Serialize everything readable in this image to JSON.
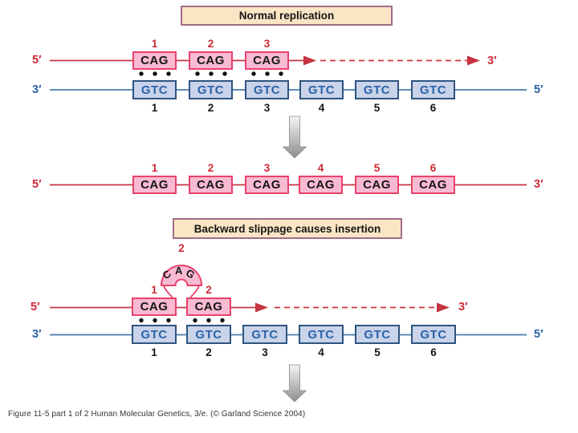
{
  "titles": {
    "normal": "Normal replication",
    "slippage": "Backward slippage causes insertion"
  },
  "caption": "Figure 11-5 part 1 of 2  Human Molecular Genetics, 3/e.  (© Garland Science 2004)",
  "colors": {
    "red_line": "#c63440",
    "red_border": "#e8426b",
    "pink_fill": "#f8bad2",
    "red_num": "#cc2936",
    "blue_line": "#4a79ae",
    "blue_border": "#2e5480",
    "blue_fill": "#c9d3ea",
    "blue_text": "#2b63a5",
    "peach_fill": "#fbe5c5",
    "peach_border": "#a06d88",
    "dot_black": "#111111",
    "gray_arrow": "#8e8e8e"
  },
  "icons": {
    "down_arrow": "gray-down-arrow",
    "strand_arrowhead": "red-arrowhead",
    "slippage_loop": "pink-cag-loop"
  },
  "strands": {
    "normal_new": {
      "left": "5′",
      "right": "3′",
      "boxes": [
        {
          "num": "1",
          "label": "CAG"
        },
        {
          "num": "2",
          "label": "CAG"
        },
        {
          "num": "3",
          "label": "CAG"
        }
      ]
    },
    "normal_template": {
      "left": "3′",
      "right": "5′",
      "boxes": [
        {
          "num": "1",
          "label": "GTC"
        },
        {
          "num": "2",
          "label": "GTC"
        },
        {
          "num": "3",
          "label": "GTC"
        },
        {
          "num": "4",
          "label": "GTC"
        },
        {
          "num": "5",
          "label": "GTC"
        },
        {
          "num": "6",
          "label": "GTC"
        }
      ]
    },
    "product": {
      "left": "5′",
      "right": "3′",
      "boxes": [
        {
          "num": "1",
          "label": "CAG"
        },
        {
          "num": "2",
          "label": "CAG"
        },
        {
          "num": "3",
          "label": "CAG"
        },
        {
          "num": "4",
          "label": "CAG"
        },
        {
          "num": "5",
          "label": "CAG"
        },
        {
          "num": "6",
          "label": "CAG"
        }
      ]
    },
    "slippage_new": {
      "left": "5′",
      "right": "3′",
      "boxes": [
        {
          "num": "1",
          "label": "CAG"
        },
        {
          "num": "2",
          "label": "CAG"
        }
      ]
    },
    "slippage_template": {
      "left": "3′",
      "right": "5′",
      "boxes": [
        {
          "num": "1",
          "label": "GTC"
        },
        {
          "num": "2",
          "label": "GTC"
        },
        {
          "num": "3",
          "label": "GTC"
        },
        {
          "num": "4",
          "label": "GTC"
        },
        {
          "num": "5",
          "label": "GTC"
        },
        {
          "num": "6",
          "label": "GTC"
        }
      ]
    },
    "loop": {
      "num": "2",
      "letters": [
        "C",
        "A",
        "G"
      ]
    }
  }
}
